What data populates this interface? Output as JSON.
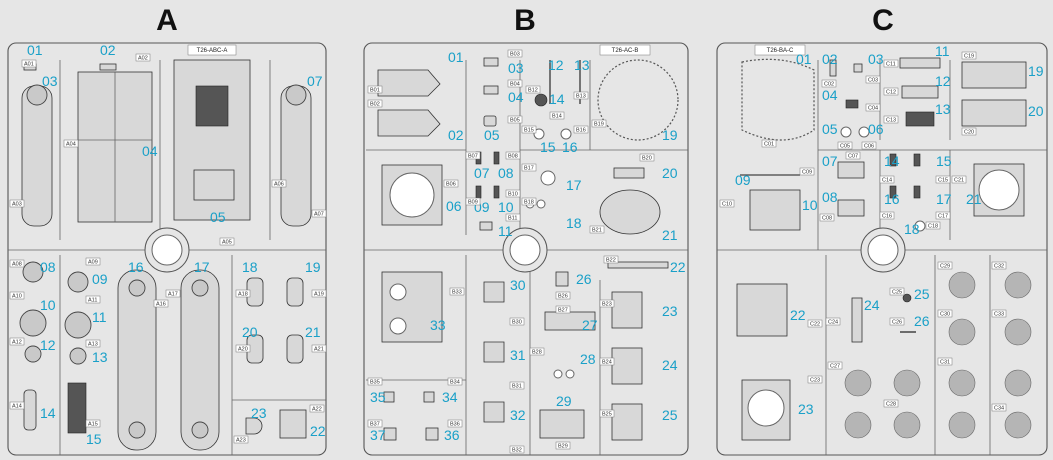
{
  "sprues": [
    {
      "letter": "A",
      "header": "T26-ABC-A",
      "numbers": [
        "01",
        "02",
        "03",
        "04",
        "05",
        "07",
        "08",
        "09",
        "10",
        "11",
        "12",
        "13",
        "14",
        "15",
        "16",
        "17",
        "18",
        "19",
        "20",
        "21",
        "22",
        "23"
      ],
      "codes": [
        "A01",
        "A02",
        "A03",
        "A04",
        "A05",
        "A06",
        "A07",
        "A08",
        "A09",
        "A10",
        "A11",
        "A12",
        "A13",
        "A14",
        "A15",
        "A16",
        "A17",
        "A18",
        "A19",
        "A20",
        "A21",
        "A22",
        "A23"
      ]
    },
    {
      "letter": "B",
      "header": "T26-AC-B",
      "numbers": [
        "01",
        "02",
        "03",
        "04",
        "05",
        "06",
        "07",
        "08",
        "09",
        "10",
        "11",
        "12",
        "13",
        "14",
        "15",
        "16",
        "17",
        "18",
        "19",
        "20",
        "21",
        "22",
        "23",
        "24",
        "25",
        "26",
        "27",
        "28",
        "29",
        "30",
        "31",
        "32",
        "33",
        "34",
        "35",
        "36",
        "37"
      ],
      "codes": [
        "B01",
        "B02",
        "B03",
        "B04",
        "B05",
        "B06",
        "B07",
        "B08",
        "B09",
        "B10",
        "B11",
        "B12",
        "B13",
        "B14",
        "B15",
        "B16",
        "B17",
        "B18",
        "B19",
        "B20",
        "B21",
        "B22",
        "B23",
        "B24",
        "B25",
        "B26",
        "B27",
        "B28",
        "B29",
        "B30",
        "B31",
        "B32",
        "B33",
        "B34",
        "B35",
        "B36",
        "B37"
      ]
    },
    {
      "letter": "C",
      "header": "T26-BA-C",
      "numbers": [
        "01",
        "02",
        "03",
        "04",
        "05",
        "06",
        "07",
        "08",
        "09",
        "10",
        "11",
        "12",
        "13",
        "14",
        "15",
        "16",
        "17",
        "18",
        "19",
        "20",
        "21",
        "22",
        "23",
        "24",
        "25",
        "26"
      ],
      "codes": [
        "C01",
        "C02",
        "C03",
        "C04",
        "C05",
        "C06",
        "C07",
        "C08",
        "C09",
        "C10",
        "C11",
        "C12",
        "C13",
        "C14",
        "C15",
        "C16",
        "C17",
        "C18",
        "C19",
        "C20",
        "C21",
        "C22",
        "C23",
        "C24",
        "C25",
        "C26",
        "C27",
        "C28",
        "C29",
        "C30",
        "C31",
        "C32",
        "C33",
        "C34"
      ]
    }
  ]
}
